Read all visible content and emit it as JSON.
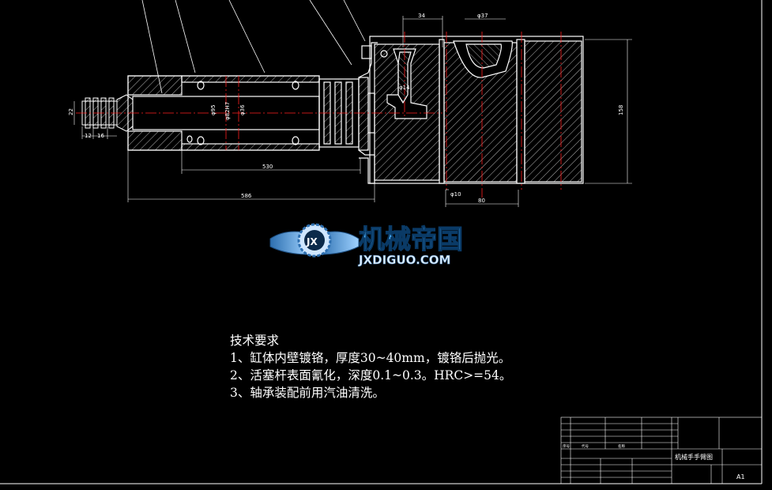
{
  "drawing": {
    "dimensions": {
      "d34": "34",
      "d37": "φ37",
      "d14": "φ14",
      "d158": "158",
      "d10": "φ10",
      "d80": "80",
      "d530": "530",
      "d586": "586",
      "d12": "12",
      "d16": "16",
      "d22": "22",
      "d95": "φ95",
      "d82h7": "φ82H7",
      "d36": "φ36"
    }
  },
  "watermark": {
    "cn": "机械帝国",
    "en": "JXDIGUO.COM",
    "emblem": "JX"
  },
  "notes": {
    "heading": "技术要求",
    "items": [
      "1、缸体内壁镀铬，厚度30~40mm，镀铬后抛光。",
      "2、活塞杆表面氰化，深度0.1~0.3。HRC>=54。",
      "3、轴承装配前用汽油清洗。"
    ]
  },
  "title_block": {
    "drawing_title": "机械手手臂图",
    "sheet_size": "A1",
    "col_seq": "序号",
    "col_code": "代号",
    "col_name": "名称"
  },
  "colors": {
    "background": "#000000",
    "outline": "#ffffff",
    "centerline": "#ff2020",
    "hatch": "#ffffff",
    "logo_blue": "#4ab3ff"
  }
}
